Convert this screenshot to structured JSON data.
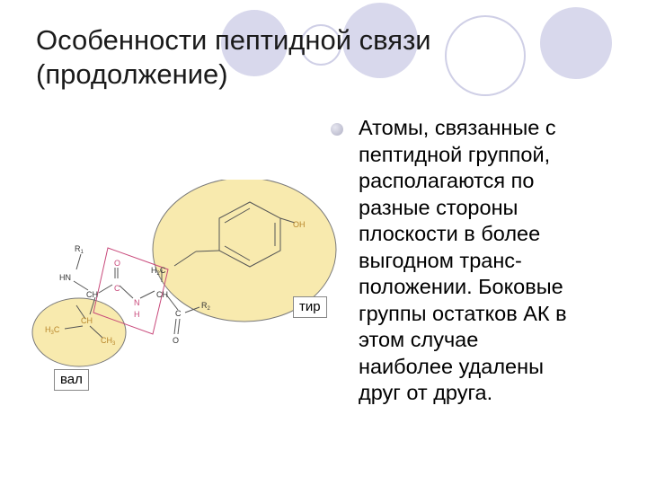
{
  "slide": {
    "title_lines": [
      "Особенности пептидной связи",
      "(продолжение)"
    ],
    "bullet_lines": [
      "Атомы, связанные с",
      "пептидной группой,",
      "располагаются по",
      "разные стороны",
      "плоскости в более",
      "выгодном транс-",
      "положении. Боковые",
      "группы остатков АК в",
      "этом случае",
      "наиболее удалены",
      "друг от друга."
    ],
    "label_tyr": "тир",
    "label_val": "вал"
  },
  "molecule": {
    "r1": "R",
    "r1_sub": "1",
    "hn": "HN",
    "ch_left": "CH",
    "c_carbonyl": "C",
    "o_top": "O",
    "n_amide": "N",
    "h_amide": "H",
    "ch_right": "CH",
    "h2c": "H",
    "h2c_sub": "2",
    "h2c_c": "C",
    "c_right": "C",
    "o_bottom": "O",
    "r2": "R",
    "r2_sub": "2",
    "oh": "OH",
    "h3c": "H",
    "h3c_sub": "3",
    "h3c_c": "C",
    "ch_val": "CH",
    "ch3": "CH",
    "ch3_sub": "3"
  },
  "colors": {
    "ellipse_fill": "#f8eaae",
    "ellipse_stroke": "#7a7a7a",
    "plane_stroke": "#c8487a",
    "deco_fill": "#d8d8ec",
    "deco_stroke": "#c8c8e0"
  }
}
